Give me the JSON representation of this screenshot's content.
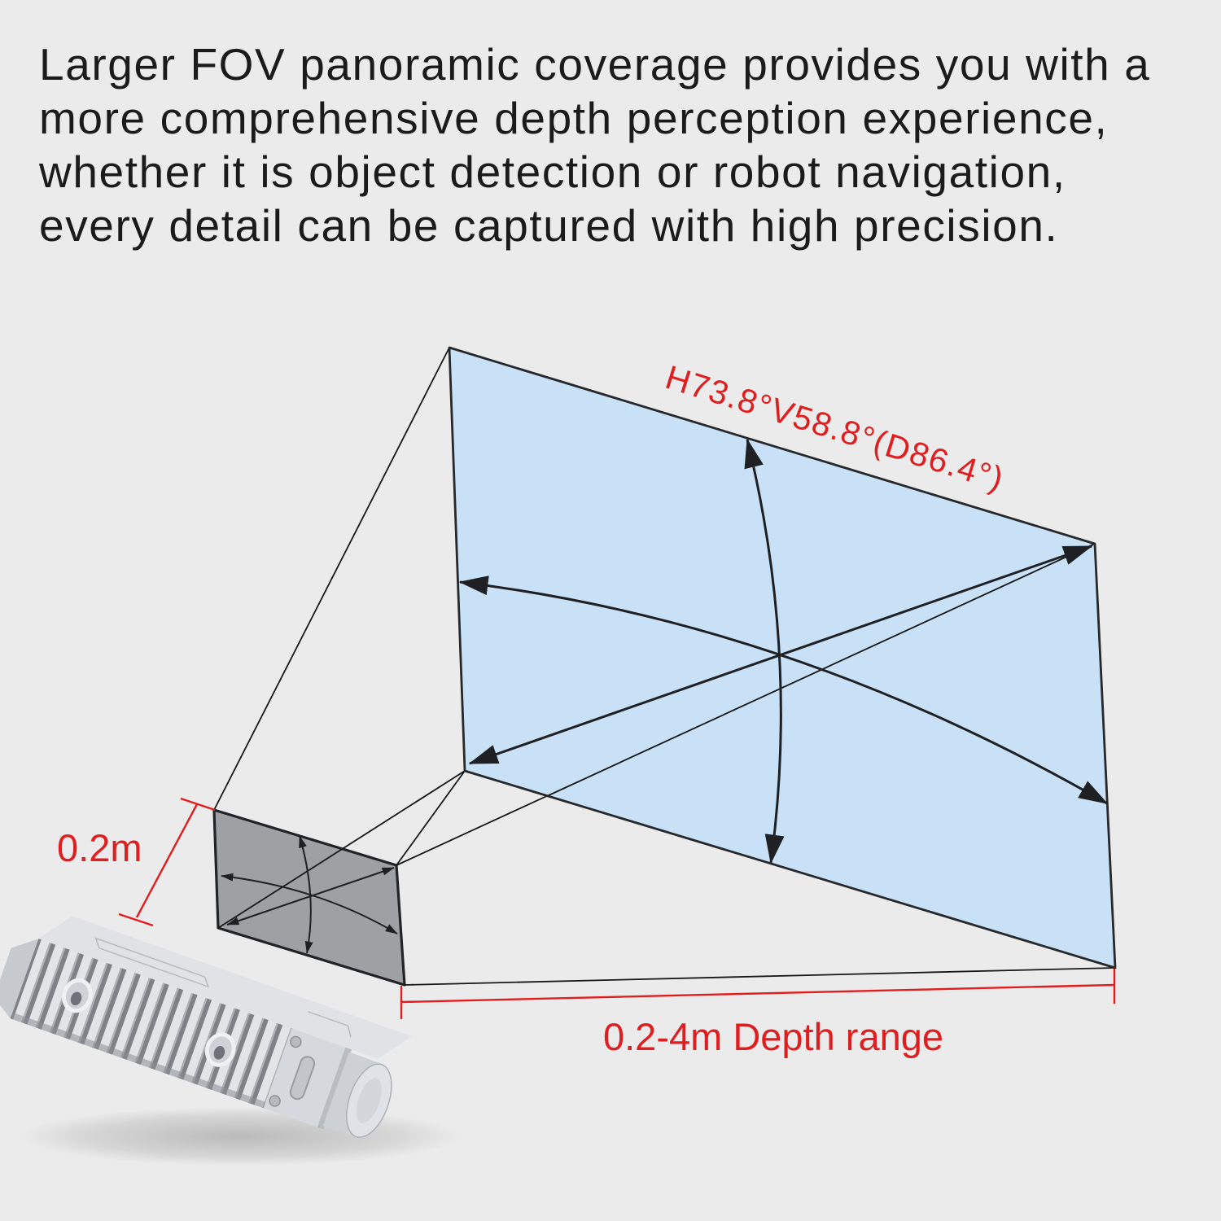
{
  "page": {
    "background": "#ebebeb"
  },
  "intro": {
    "lines": [
      "Larger FOV panoramic coverage provides you with a",
      "more comprehensive depth perception experience,",
      "whether it is object detection or robot navigation,",
      "every detail can be captured with high precision."
    ],
    "text_color": "#1b1b1b"
  },
  "diagram": {
    "fov_label": "H73.8°V58.8°(D86.4°)",
    "near_distance_label": "0.2m",
    "depth_range_label": "0.2-4m Depth range",
    "colors": {
      "accent_red": "#df1f1f",
      "far_plane_fill": "#c6e0f6",
      "near_plane_fill": "#808287",
      "line": "#1e2023",
      "background": "#ebebeb"
    }
  }
}
